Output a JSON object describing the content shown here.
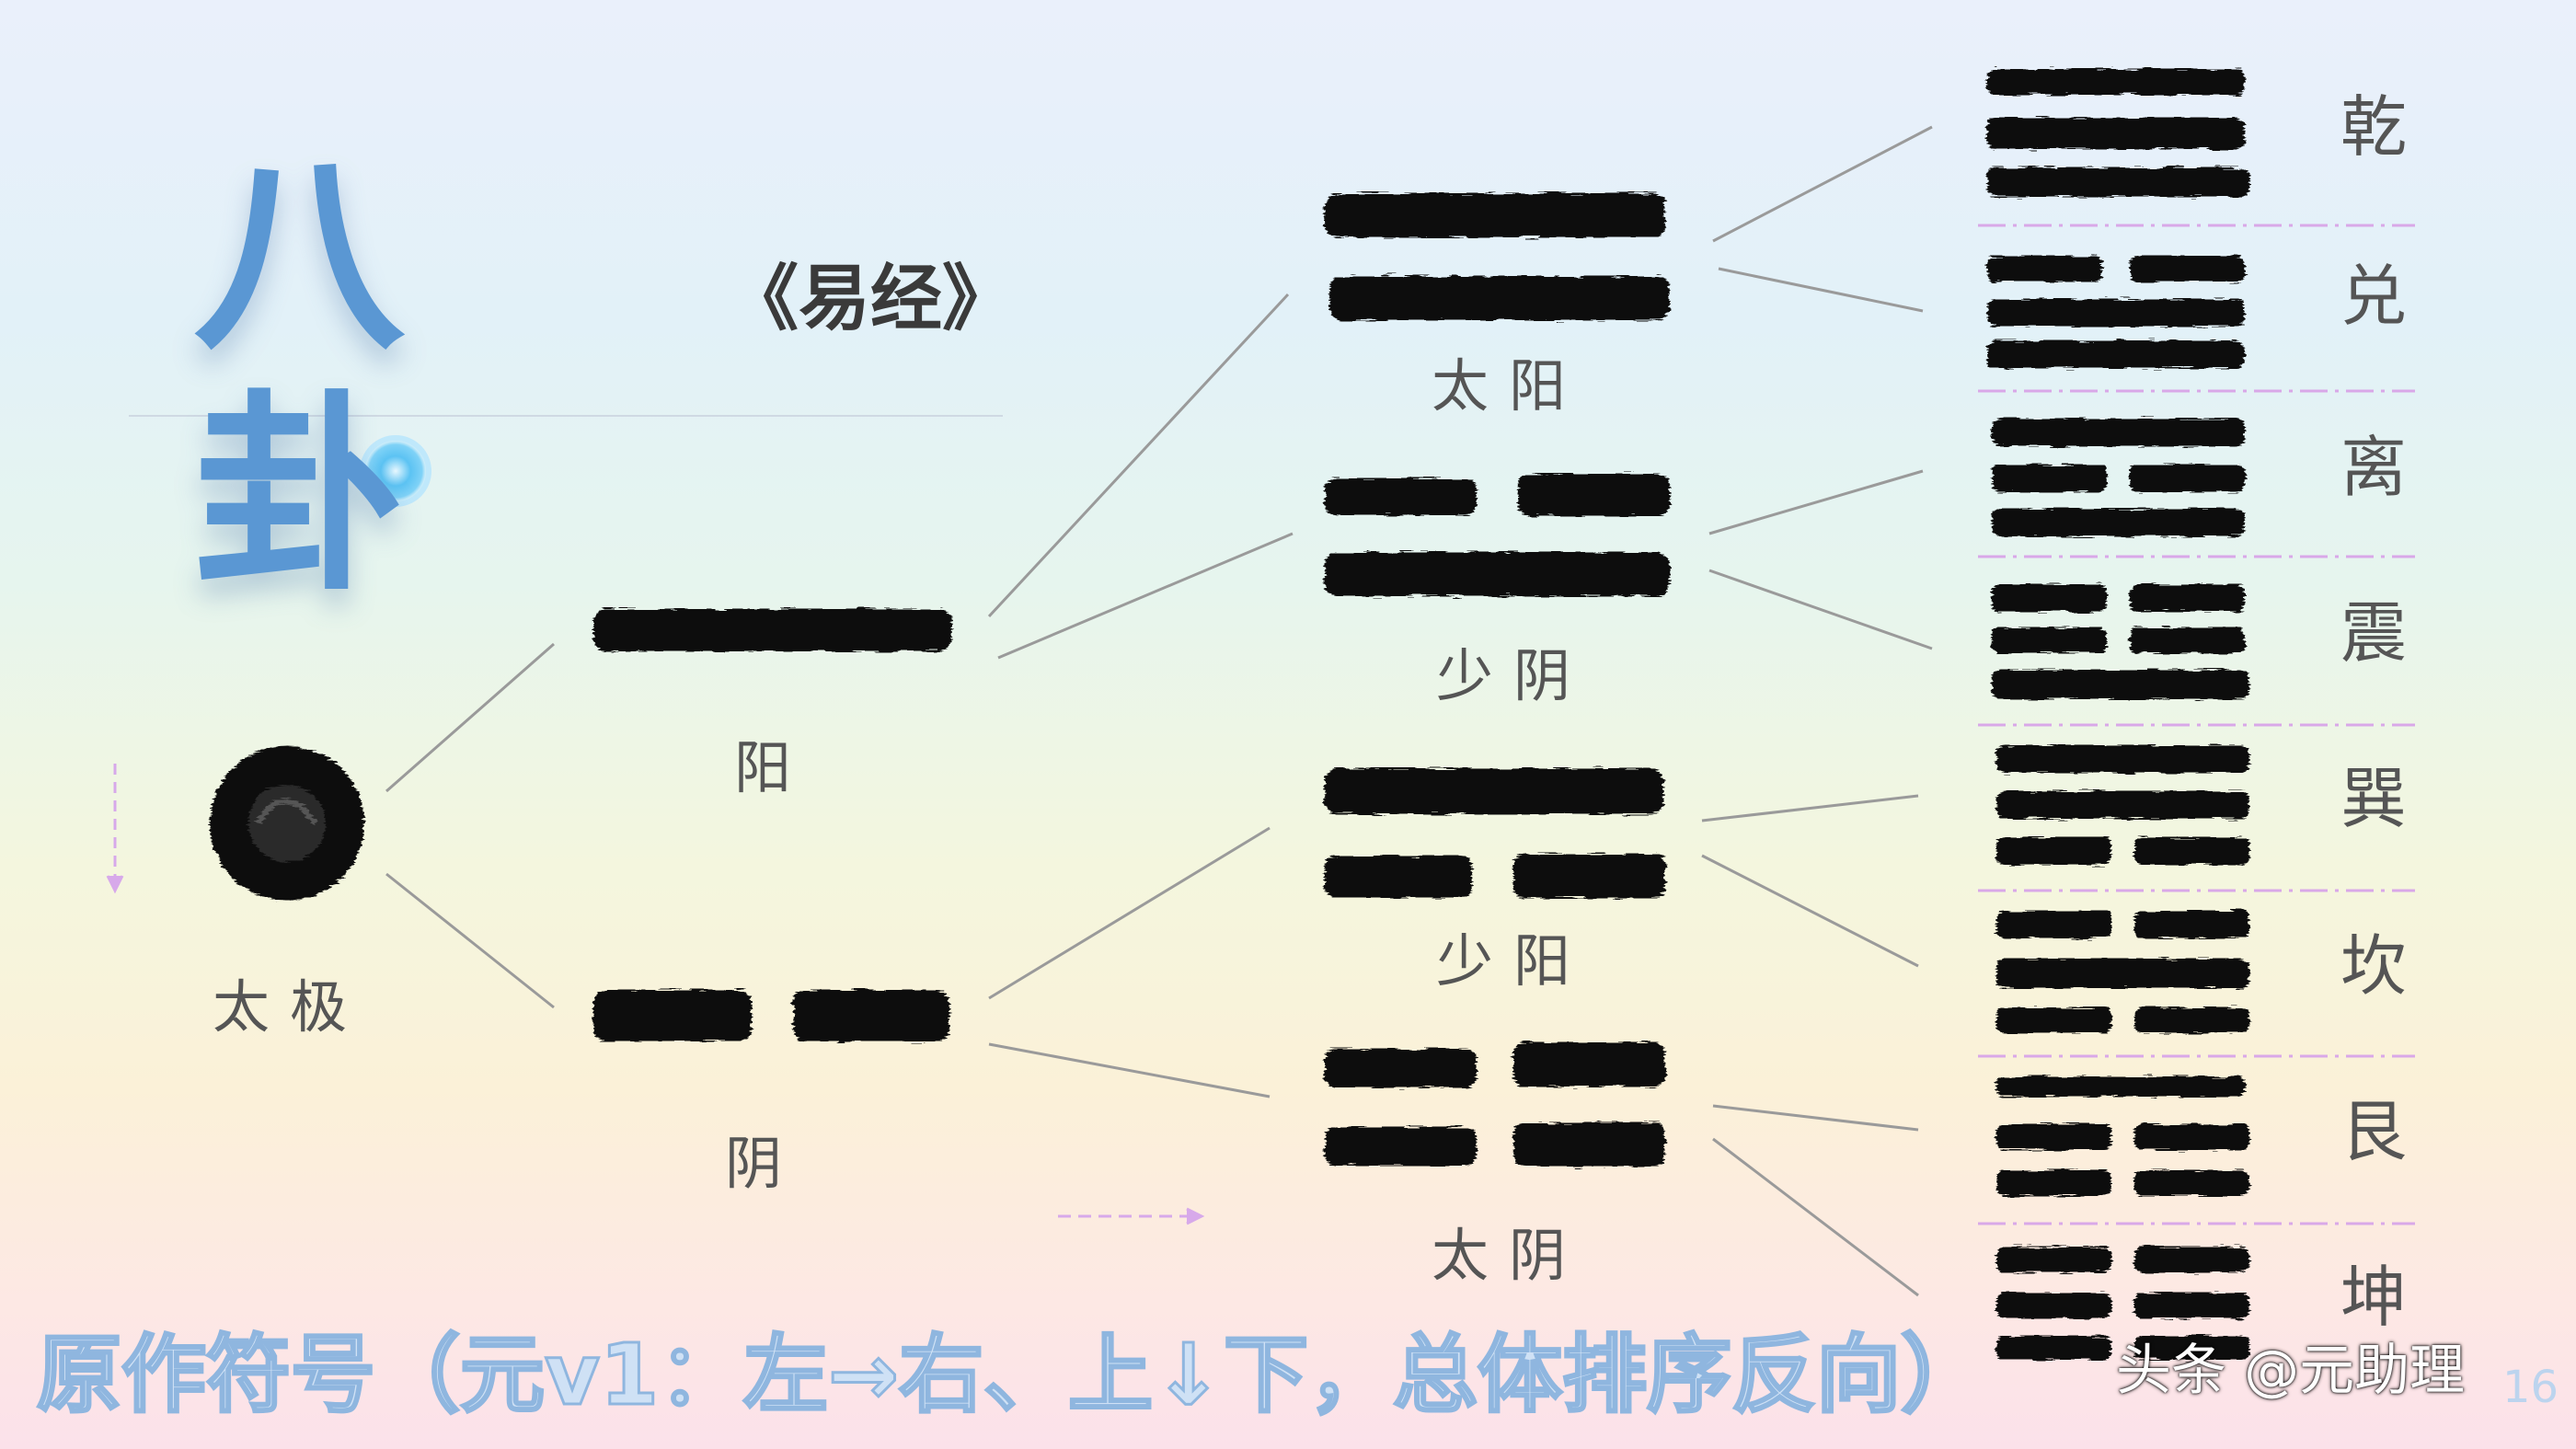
{
  "title": "八卦",
  "subtitle": "《易经》",
  "labels": {
    "taiji": "太极",
    "yang": "阳",
    "yin": "阴",
    "tai_yang": "太阳",
    "shao_yin": "少阴",
    "shao_yang": "少阳",
    "tai_yin": "太阴"
  },
  "trigrams": [
    "乾",
    "兑",
    "离",
    "震",
    "巽",
    "坎",
    "艮",
    "坤"
  ],
  "caption": "原作符号（元v1：左→右、上↓下，总体排序反向）",
  "watermark": "头条 @元助理",
  "page_number": "16",
  "colors": {
    "title": "#5a97d3",
    "ink": "#111111",
    "connector": "#9a9a9a",
    "divider": "#d9a8e8",
    "arrow": "#d7a9ea",
    "caption_fill": "#cfe1f5",
    "caption_stroke": "#8fb6df"
  }
}
